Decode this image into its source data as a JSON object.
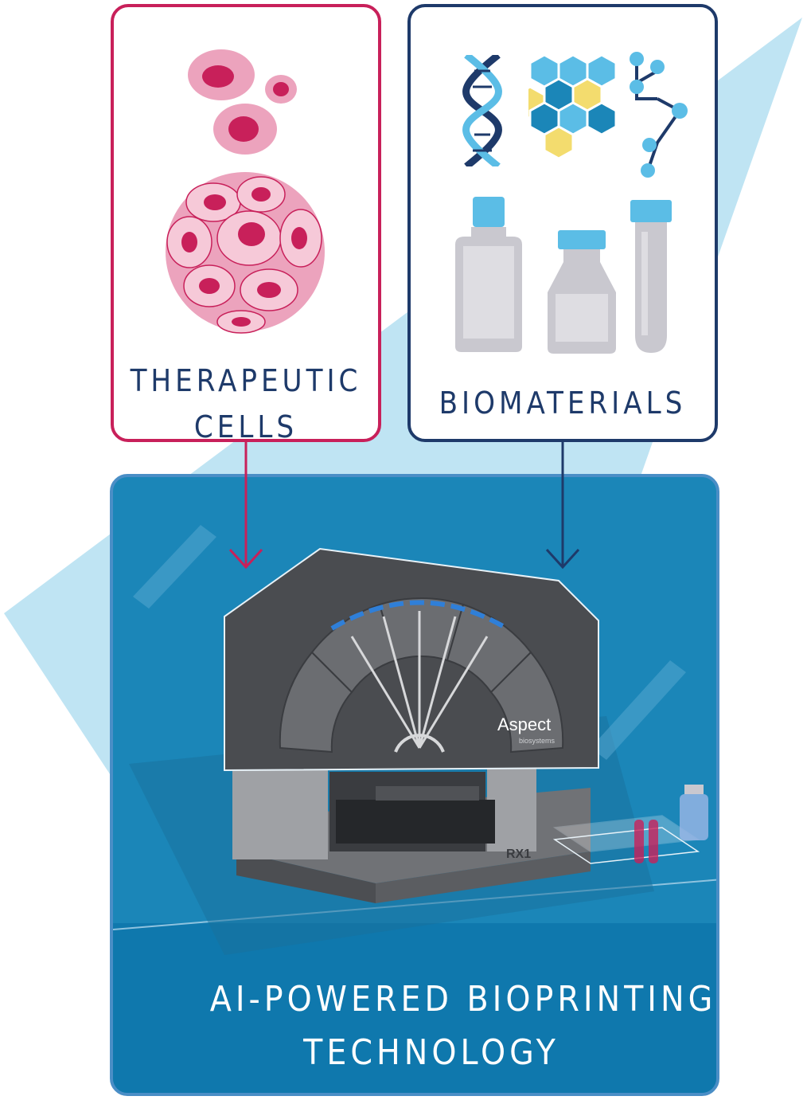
{
  "panels": {
    "cells": {
      "label_line1": "THERAPEUTIC",
      "label_line2": "CELLS",
      "border_color": "#c8205a"
    },
    "biomaterials": {
      "label": "BIOMATERIALS",
      "border_color": "#1e3a6a"
    },
    "printer": {
      "label_line1": "AI-POWERED BIOPRINTING",
      "label_line2": "TECHNOLOGY",
      "brand": "Aspect",
      "brand_sub": "biosystems",
      "model": "RX1"
    }
  },
  "colors": {
    "pink_accent": "#c8205a",
    "navy": "#1e3a6a",
    "light_blue": "#5bbde6",
    "yellow": "#f3dc6e",
    "panel_blue": "#1b86b8",
    "background_band": "#bfe4f3"
  },
  "icons": [
    "cell-cluster-icon",
    "dna-icon",
    "hexagon-molecule-icon",
    "molecule-chain-icon",
    "bottle-icon",
    "vial-icon",
    "test-tube-icon",
    "bioprinter-icon",
    "well-plate-icon"
  ]
}
